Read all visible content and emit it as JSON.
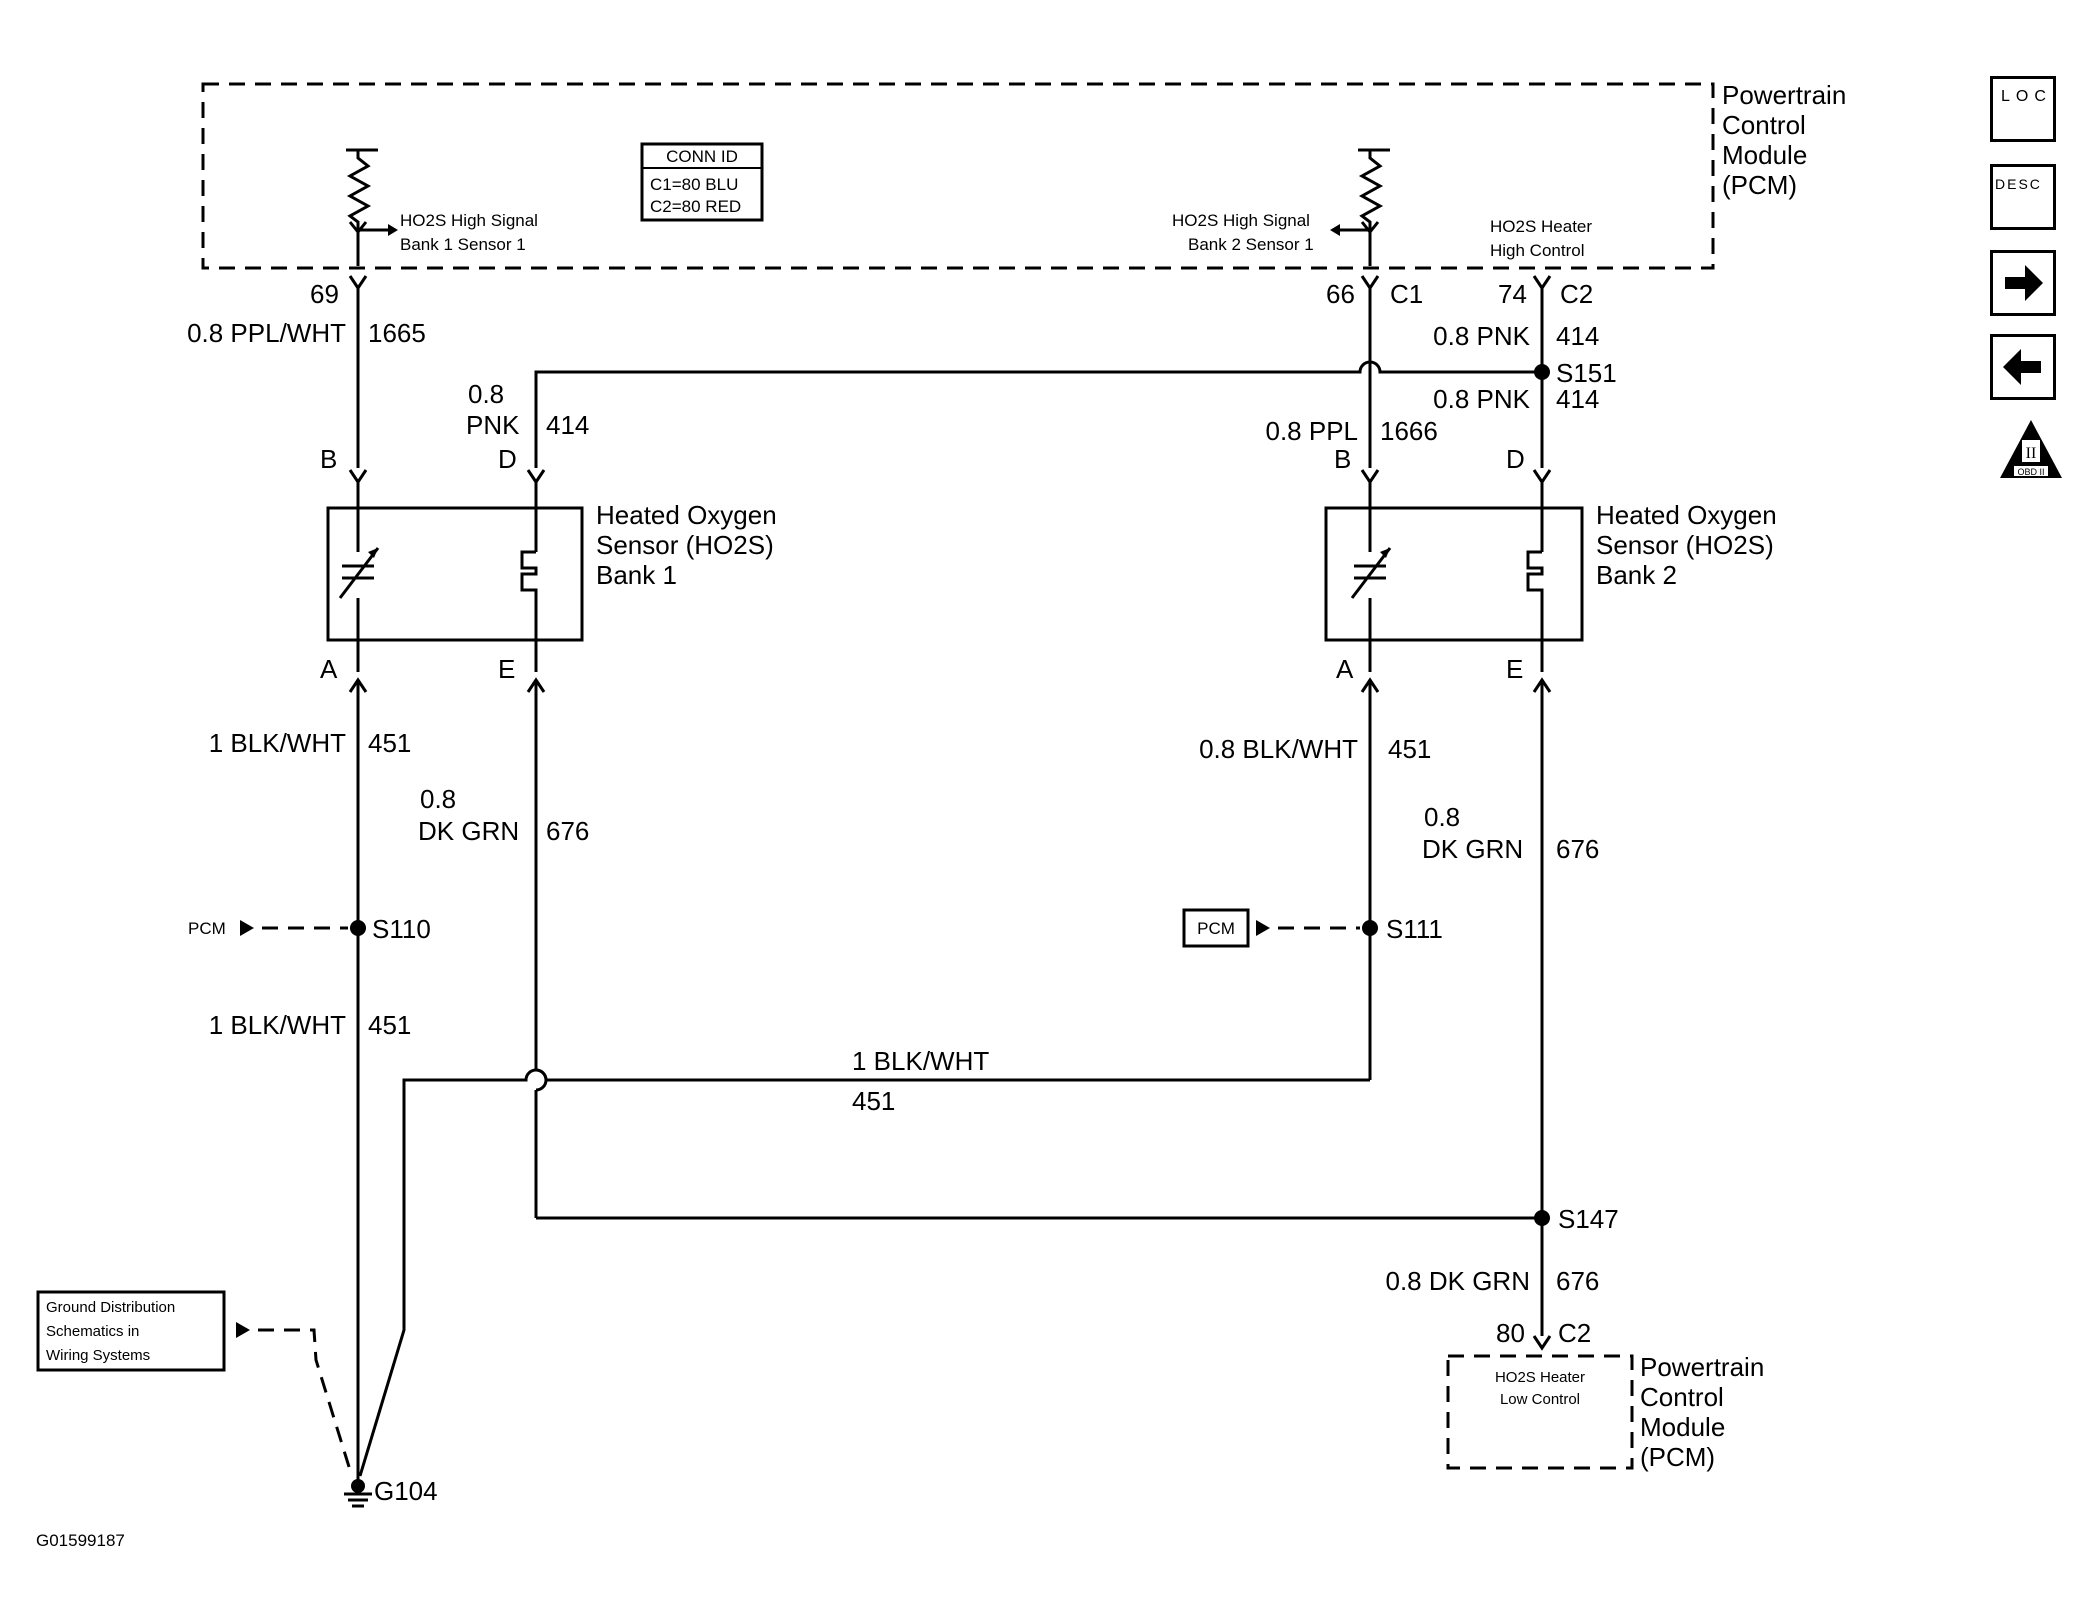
{
  "pcm_top": {
    "title_lines": [
      "Powertrain",
      "Control",
      "Module",
      "(PCM)"
    ],
    "conn_id": {
      "title": "CONN ID",
      "c1": "C1=80 BLU",
      "c2": "C2=80 RED"
    },
    "b1_signal": [
      "HO2S High Signal",
      "Bank 1 Sensor 1"
    ],
    "b2_signal": [
      "HO2S High Signal",
      "Bank 2 Sensor 1"
    ],
    "heater_high": [
      "HO2S Heater",
      "High Control"
    ]
  },
  "pins": {
    "p69": "69",
    "p66": "66",
    "c1": "C1",
    "p74": "74",
    "c2": "C2",
    "p80": "80",
    "c2b": "C2"
  },
  "wires": {
    "w1665_color": "0.8 PPL/WHT",
    "w1665_num": "1665",
    "w414_top_color": "0.8 PNK",
    "w414_top_num": "414",
    "w414_mid_color": "0.8 PNK",
    "w414_mid_num": "414",
    "w414_b1_gauge": "0.8",
    "w414_b1_color": "PNK",
    "w414_b1_num": "414",
    "w1666_color": "0.8 PPL",
    "w1666_num": "1666",
    "w451_b1_color": "1 BLK/WHT",
    "w451_b1_num": "451",
    "w676_b1_gauge": "0.8",
    "w676_b1_color": "DK GRN",
    "w676_b1_num": "676",
    "w451_b2_color": "0.8 BLK/WHT",
    "w451_b2_num": "451",
    "w676_b2_gauge": "0.8",
    "w676_b2_color": "DK GRN",
    "w676_b2_num": "676",
    "w451_low_color": "1 BLK/WHT",
    "w451_low_num": "451",
    "w451_h_color": "1 BLK/WHT",
    "w451_h_num": "451",
    "w676_bot_color": "0.8 DK GRN",
    "w676_bot_num": "676"
  },
  "sensors": {
    "b1": {
      "lines": [
        "Heated Oxygen",
        "Sensor (HO2S)",
        "Bank 1"
      ],
      "pin_b": "B",
      "pin_d": "D",
      "pin_a": "A",
      "pin_e": "E"
    },
    "b2": {
      "lines": [
        "Heated Oxygen",
        "Sensor (HO2S)",
        "Bank 2"
      ],
      "pin_b": "B",
      "pin_d": "D",
      "pin_a": "A",
      "pin_e": "E"
    }
  },
  "splices": {
    "s151": "S151",
    "s110": "S110",
    "s111": "S111",
    "s147": "S147"
  },
  "pcm_refs": {
    "left": "PCM",
    "right": "PCM"
  },
  "ground": {
    "g104": "G104",
    "ref_lines": [
      "Ground Distribution",
      "Schematics in",
      "Wiring Systems"
    ]
  },
  "pcm_bottom": {
    "title_lines": [
      "Powertrain",
      "Control",
      "Module",
      "(PCM)"
    ],
    "heater_low": [
      "HO2S Heater",
      "Low Control"
    ]
  },
  "figure_id": "G01599187",
  "nav": {
    "loc": "LOC",
    "desc": "DESC",
    "next": "next",
    "prev": "prev",
    "obd": "OBD II",
    "obd_numeral": "II"
  }
}
